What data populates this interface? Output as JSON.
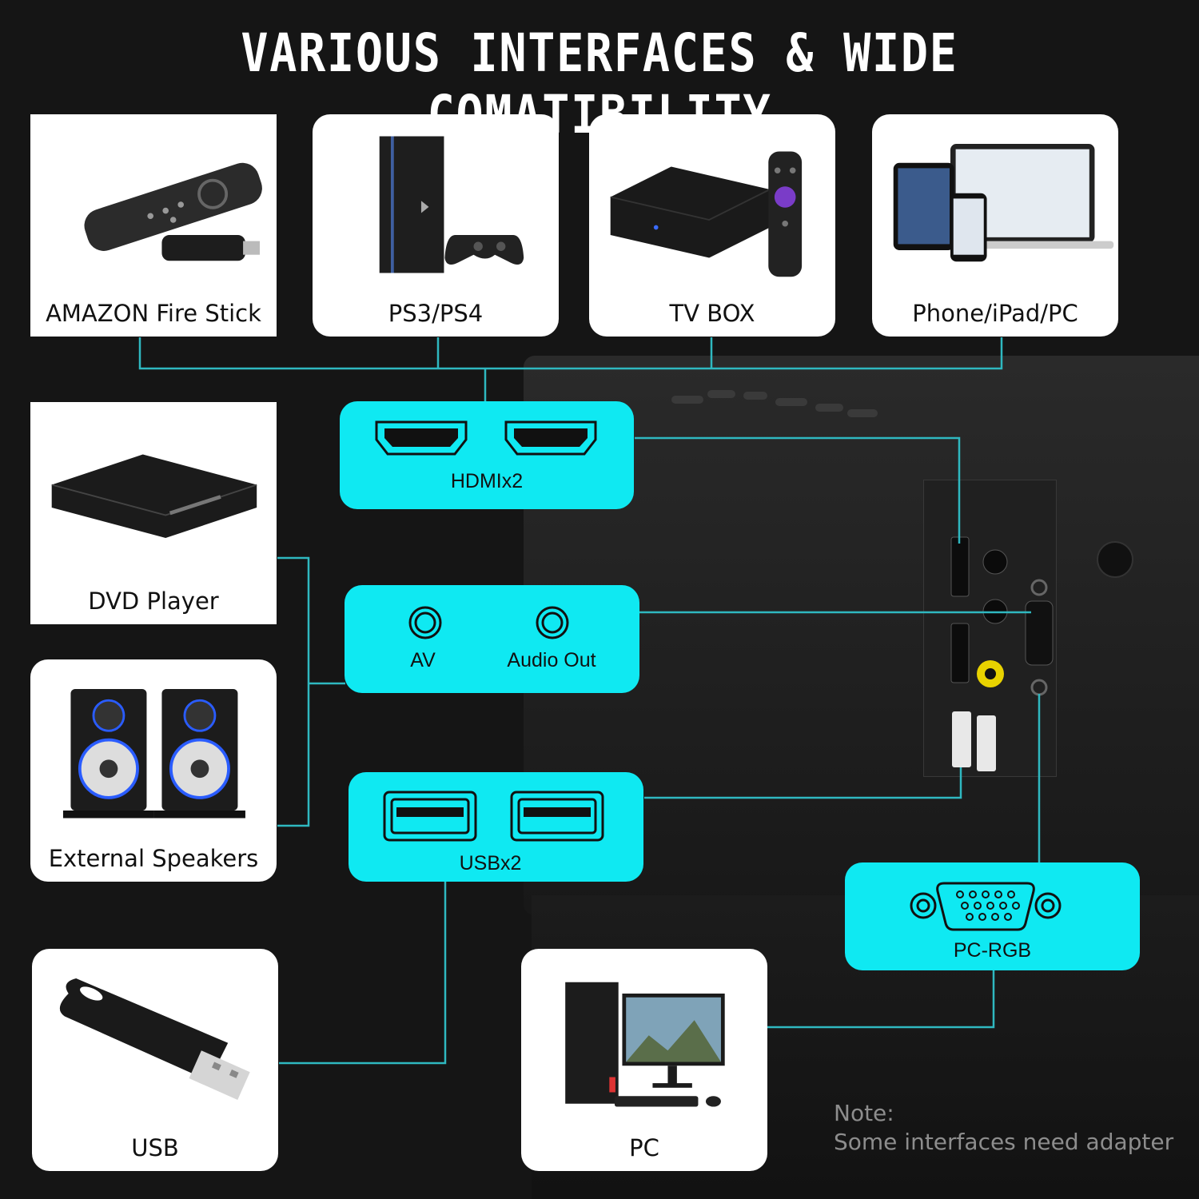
{
  "title": "VARIOUS INTERFACES & WIDE COMATIBILITY",
  "devices": {
    "fire_stick": "AMAZON Fire Stick",
    "ps": "PS3/PS4",
    "tv_box": "TV BOX",
    "phone": "Phone/iPad/PC",
    "dvd": "DVD Player",
    "speakers": "External Speakers",
    "usb": "USB",
    "pc": "PC"
  },
  "ports": {
    "hdmi": "HDMIx2",
    "av": "AV",
    "audio_out": "Audio Out",
    "usb": "USBx2",
    "vga": "PC-RGB"
  },
  "note": {
    "heading": "Note:",
    "text": "Some interfaces need adapter"
  },
  "colors": {
    "accent": "#0fe9f2",
    "wire": "#2fb8c0",
    "background": "#151515"
  }
}
